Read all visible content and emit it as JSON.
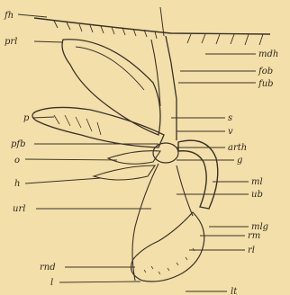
{
  "figure": {
    "background": "#f2dfa9",
    "ink": "#3b3127",
    "labels": {
      "fh": "fh",
      "prl": "prl",
      "mdh": "mdh",
      "fob": "fob",
      "fub": "fub",
      "p": "p",
      "s": "s",
      "v": "v",
      "pfb": "pfb",
      "arth": "arth",
      "o": "o",
      "g": "g",
      "h": "h",
      "ml": "ml",
      "ub": "ub",
      "url": "url",
      "mlg": "mlg",
      "rm": "rm",
      "rl": "rl",
      "rnd": "rnd",
      "l": "l",
      "lt": "lt"
    }
  }
}
